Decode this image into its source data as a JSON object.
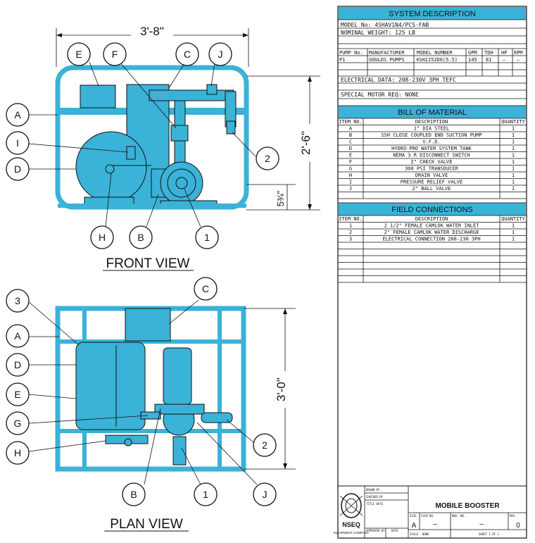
{
  "front_view": {
    "title": "FRONT VIEW",
    "dim_width": "3'-8\"",
    "dim_height": "2'-6\"",
    "dim_base": "5¾\"",
    "callouts": [
      "E",
      "F",
      "C",
      "J",
      "A",
      "I",
      "D",
      "2",
      "H",
      "B",
      "1"
    ]
  },
  "plan_view": {
    "title": "PLAN VIEW",
    "dim_depth": "3'-0\"",
    "callouts": [
      "C",
      "3",
      "A",
      "D",
      "E",
      "G",
      "2",
      "H",
      "B",
      "1",
      "J"
    ]
  },
  "system_description": {
    "header": "SYSTEM DESCRIPTION",
    "model": "MODEL No: 4SHAV1N4/PCS-FAB",
    "weight": "NOMINAL WEIGHT: 125 LB",
    "pump_columns": [
      "PUMP No.",
      "MANUFACTURER",
      "MODEL NUMBER",
      "GPM",
      "TDH",
      "HP",
      "RPM"
    ],
    "pump_row": [
      "P1",
      "GOULDS PUMPS",
      "4SH2J52D0(5.5)",
      "145",
      "81",
      "–",
      "–"
    ],
    "electrical": "ELECTRICAL DATA: 208-230V 3PH TEFC",
    "motor": "SPECIAL MOTOR REQ: NONE"
  },
  "bill_of_material": {
    "header": "BILL OF MATERIAL",
    "columns": [
      "ITEM NO.",
      "DESCRIPTION",
      "QUANTITY"
    ],
    "rows": [
      [
        "A",
        "1\" DIA STEEL",
        "1"
      ],
      [
        "B",
        "SSH CLOSE COUPLED END SUCTION PUMP",
        "1"
      ],
      [
        "C",
        "V.F.D.",
        "1"
      ],
      [
        "D",
        "HYDRO-PRO WATER SYSTEM TANK",
        "1"
      ],
      [
        "E",
        "NEMA 3 R DISCONNECT SWITCH",
        "1"
      ],
      [
        "F",
        "2\" CHECK VALVE",
        "1"
      ],
      [
        "G",
        "300 PSI TRANSDUCER",
        "1"
      ],
      [
        "H",
        "DRAIN VALVE",
        "1"
      ],
      [
        "I",
        "PRESSURE RELIEF VALVE",
        "1"
      ],
      [
        "J",
        "2\" BALL VALVE",
        "1"
      ]
    ]
  },
  "field_connections": {
    "header": "FIELD CONNECTIONS",
    "columns": [
      "ITEM NO.",
      "DESCRIPTION",
      "QUANTITY"
    ],
    "rows": [
      [
        "1",
        "2 1/2\" FEMALE CAMLOK WATER INLET",
        "1"
      ],
      [
        "2",
        "2\" FEMALE CAMLOK WATER DISCHARGE",
        "1"
      ],
      [
        "3",
        "ELECTRICAL CONNECTION 208-230 3PH",
        "1"
      ]
    ]
  },
  "title_block": {
    "title": "MOBILE BOOSTER",
    "size_label": "SIZE",
    "size": "A",
    "fscm_label": "FSCM NO.",
    "fscm": "–",
    "dwg_label": "DWG. NO.",
    "dwg": "–",
    "rev_label": "REV.",
    "rev": "0",
    "scale_label": "SCALE",
    "scale": "NONE",
    "sheet": "SHEET 1 OF 1",
    "drawn_by": "DRAWN BY",
    "checked_by": "CHECKED BY",
    "approved_by": "APPROVED BY",
    "date_label": "DATE",
    "title_date": "TITLE DATE",
    "logo_text": "NSEQ",
    "logo_sub": "EQUIPMENT COMPANY"
  }
}
